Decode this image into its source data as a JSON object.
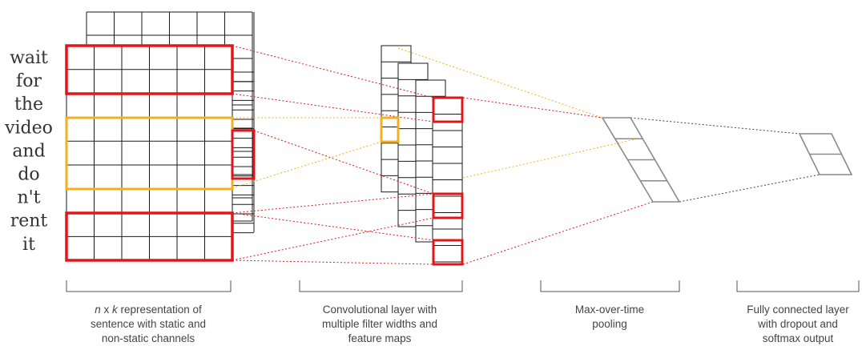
{
  "sentence_words": [
    "wait",
    "for",
    "the",
    "video",
    "and",
    "do",
    "n't",
    "rent",
    "it"
  ],
  "captions": {
    "input": {
      "var_n": "n",
      "var_x": " x ",
      "var_k": "k",
      "line1_rest": " representation of",
      "line2": "sentence with static and",
      "line3": "non-static channels"
    },
    "conv": {
      "line1": "Convolutional layer with",
      "line2": "multiple filter widths and",
      "line3": "feature maps"
    },
    "pool": {
      "line1": "Max-over-time",
      "line2": "pooling"
    },
    "fc": {
      "line1": "Fully connected layer",
      "line2": "with dropout and",
      "line3": "softmax output"
    }
  },
  "colors": {
    "grid": "#1a1a1a",
    "filter_red": "#e0161b",
    "filter_orange": "#f2b01e",
    "pool_grid": "#8a8a8a",
    "fc_line": "#3a3a7a"
  }
}
